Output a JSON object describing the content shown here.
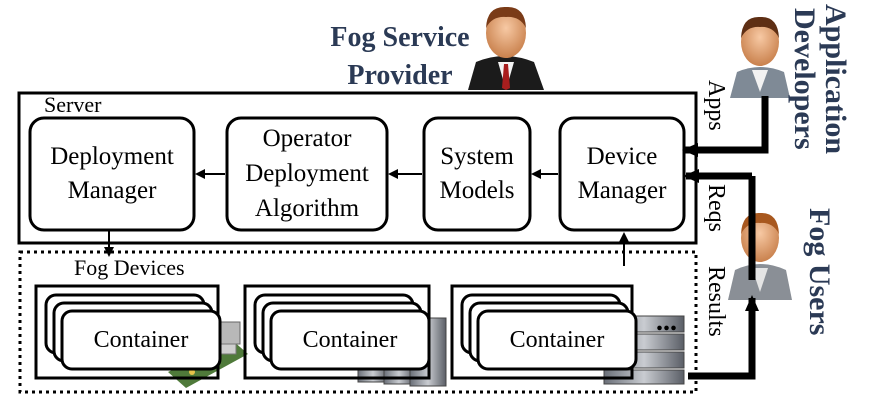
{
  "diagram": {
    "provider_label_line1": "Fog Service",
    "provider_label_line2": "Provider",
    "developers_label_line1": "Application",
    "developers_label_line2": "Developers",
    "fog_users_label": "Fog Users",
    "server_label": "Server",
    "fog_devices_label": "Fog Devices",
    "deployment_manager": [
      "Deployment",
      "Manager"
    ],
    "operator_algorithm": [
      "Operator",
      "Deployment",
      "Algorithm"
    ],
    "system_models": [
      "System",
      "Models"
    ],
    "device_manager": [
      "Device",
      "Manager"
    ],
    "container_label": "Container",
    "ellipsis": "...",
    "apps_label": "Apps",
    "reqs_label": "Reqs",
    "results_label": "Results"
  },
  "colors": {
    "title_blue": "#2b3a55",
    "line": "#000000"
  },
  "icons": [
    "person-icon",
    "raspberry-pi-icon",
    "server-rack-icon"
  ]
}
